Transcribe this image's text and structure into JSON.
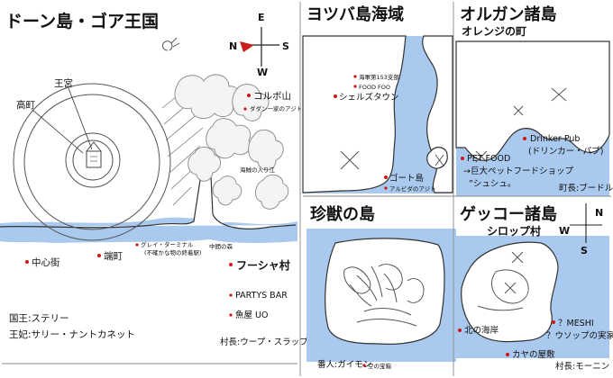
{
  "maps": {
    "dawn": {
      "title": "ドーン島・ゴア王国",
      "labels": {
        "royal_palace": "王宮",
        "high_town": "高町",
        "corbo": "コルボ山",
        "dadan": "ダダン一家のアジト",
        "inlet": "海賊の入り江",
        "central": "中心街",
        "edge_town": "端町",
        "grey_terminal_1": "グレイ・ターミナル",
        "grey_terminal_2": "(不確かな物の終着駅)",
        "middle_forest": "中間の森",
        "fuchsia": "フーシャ村",
        "partys_bar": "PARTYS BAR",
        "fish_shop": "魚屋 UO",
        "king": "国王:ステリー",
        "queen": "王妃:サリー・ナントカネット",
        "mayor": "村長:ウープ・スラップ"
      }
    },
    "yotsuba": {
      "title": "ヨツバ島海域",
      "labels": {
        "navy": "海軍第153支部",
        "food_foo": "FOOD FOO",
        "shells_town": "シェルズタウン",
        "goat_island": "ゴート島",
        "alvida": "アルビダのアジト"
      }
    },
    "organ": {
      "title": "オルガン諸島",
      "subtitle": "オレンジの町",
      "labels": {
        "pet_food": "PET FOOD",
        "pet_food_shop": "→巨大ペットフードショップ",
        "shushu": "”シュシュ。",
        "drinker_pub": "Drinker Pub",
        "drinker_pub_kana": "(ドリンカー・パブ)",
        "mayor": "町長:ブードル"
      }
    },
    "chinju": {
      "title": "珍獣の島",
      "labels": {
        "guard": "番人:ガイモン",
        "treasure": "空の宝箱"
      }
    },
    "gecko": {
      "title": "ゲッコー諸島",
      "subtitle": "シロップ村",
      "labels": {
        "north_coast": "北の海岸",
        "meshi": "？MESHI",
        "usopp_home": "？ウソップの実家",
        "kaya": "カヤの屋敷",
        "mayor": "村長:モーニン"
      }
    }
  },
  "compass": {
    "e": "E",
    "n": "N",
    "s": "S",
    "w": "W"
  },
  "colors": {
    "sea": "#a9c9ee",
    "marker": "#d01515",
    "compass_needle": "#c8201a"
  }
}
